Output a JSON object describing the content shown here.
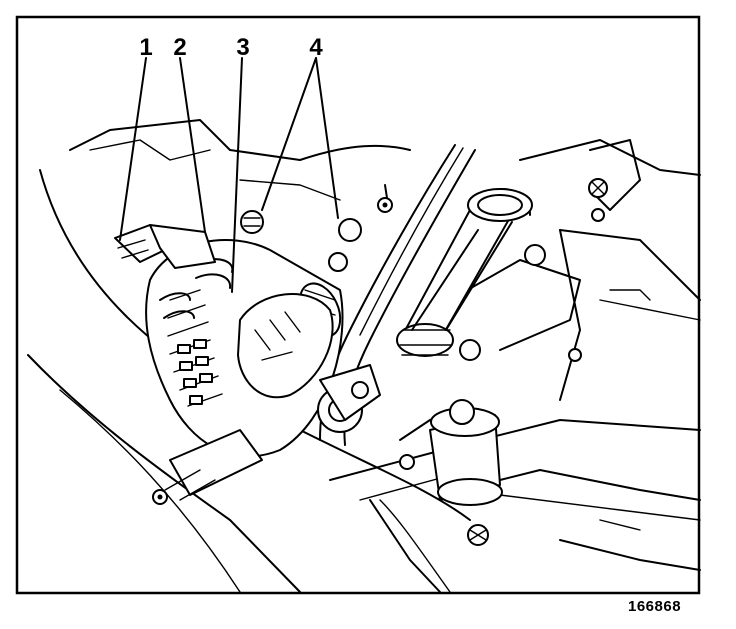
{
  "callouts": [
    {
      "label": "1"
    },
    {
      "label": "2"
    },
    {
      "label": "3"
    },
    {
      "label": "4"
    }
  ],
  "figure_id": "166868",
  "icons": {
    "illustration": "engine-generator-mounting-illustration"
  }
}
